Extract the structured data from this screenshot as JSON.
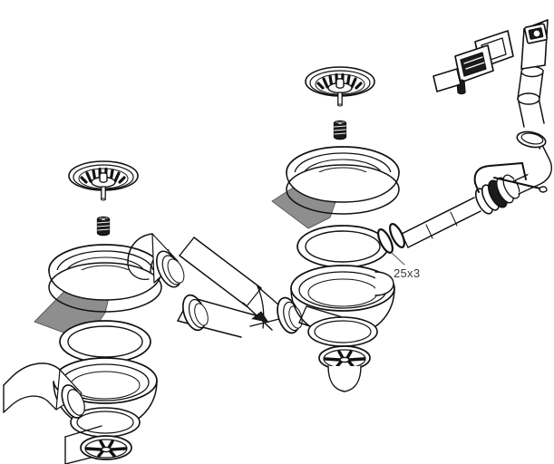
{
  "drawing": {
    "type": "exploded-assembly-line-drawing",
    "subject": "double-bowl sink waste drain and overflow kit",
    "background_color": "#ffffff",
    "line_color": "#1a1a1a",
    "shade_color": "#8e8e8e",
    "fill_color": "#ffffff"
  },
  "annotations": [
    {
      "id": "oring-size",
      "text": "25x3",
      "meaning": "O-ring seal dimension",
      "leader": true
    }
  ],
  "parts": {
    "strainer_basket_left": "sink strainer basket with radial slots and stem",
    "strainer_basket_right": "sink strainer basket with radial slots and stem",
    "fixing_screw_left": "central fixing bolt",
    "fixing_screw_right": "central fixing bolt",
    "bowl_rim_left": "sink bowl drain seat",
    "bowl_rim_right": "sink bowl drain seat",
    "gasket_left": "rubber sealing gasket ring",
    "gasket_right": "rubber sealing gasket ring",
    "strainer_body_left": "strainer body with side outlet",
    "strainer_body_right": "strainer body with side outlet",
    "spider_grate_left": "cross-spider outlet grate",
    "spider_grate_right": "cross-spider outlet grate",
    "elbow_pipe": "90 degree elbow pipe",
    "tee_pipes": "tee junction waste pipes",
    "socket_seals": "pipe socket sealing rings",
    "overflow_tube": "corrugated overflow tube",
    "overflow_elbow": "overflow elbow with bracket",
    "overflow_cover_plate": "rectangular overflow cover plate",
    "overflow_frame": "overflow trim frame",
    "overflow_body": "overflow housing body",
    "overflow_cap": "overflow end cap",
    "overflow_screw": "overflow fixing screw",
    "oring_pair": "two O-ring seals 25x3"
  }
}
